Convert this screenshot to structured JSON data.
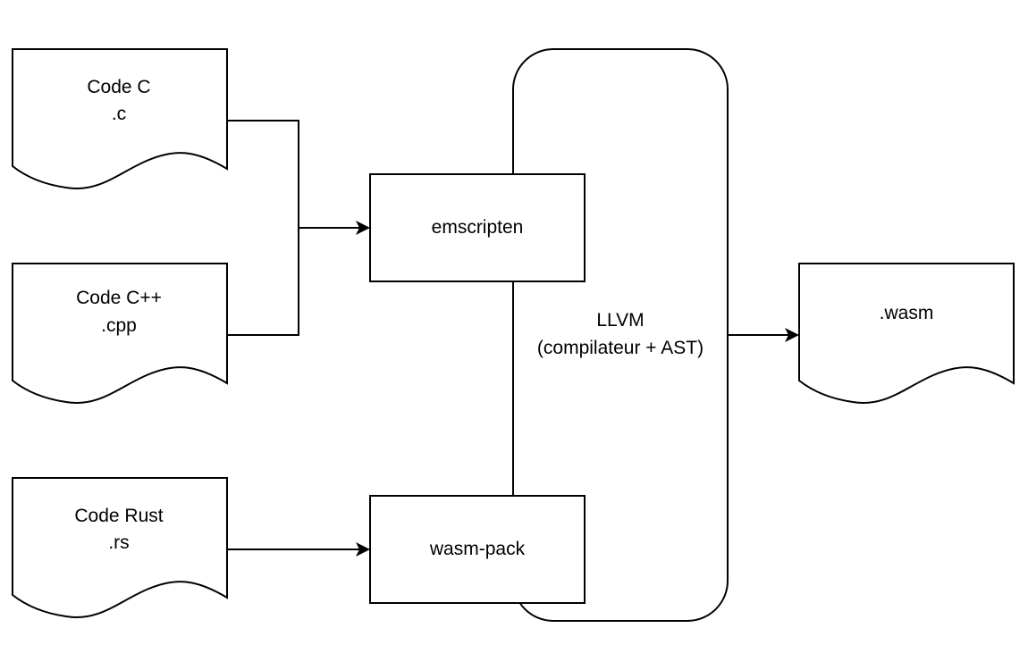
{
  "colors": {
    "stroke": "#000000",
    "fill": "#ffffff",
    "text": "#000000"
  },
  "documents": {
    "code_c": {
      "line1": "Code C",
      "line2": ".c"
    },
    "code_cpp": {
      "line1": "Code C++",
      "line2": ".cpp"
    },
    "code_rust": {
      "line1": "Code Rust",
      "line2": ".rs"
    },
    "wasm": {
      "line1": ".wasm"
    }
  },
  "processes": {
    "emscripten": "emscripten",
    "wasm_pack": "wasm-pack"
  },
  "llvm": {
    "line1": "LLVM",
    "line2": "(compilateur + AST)"
  }
}
